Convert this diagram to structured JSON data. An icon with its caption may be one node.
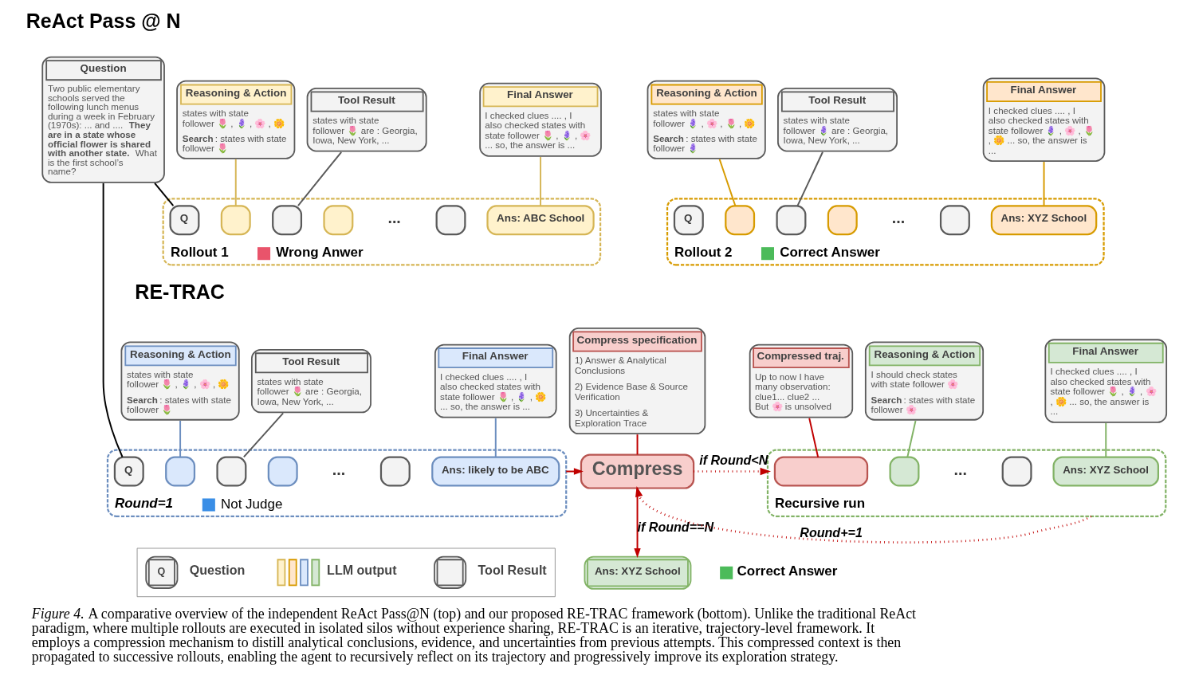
{
  "diagram": {
    "caption": "*Figure 4.* A comparative overview of the independent ReAct Pass@N (top) and our proposed RE-TRAC framework (bottom). Unlike the traditional ReAct paradigm, where multiple rollouts are executed in isolated silos without experience sharing, RE-TRAC is an iterative, trajectory-level framework. It employs a compression mechanism to distill analytical conclusions, evidence, and uncertainties from previous attempts. This compressed context is then propagated to successive rollouts, enabling the agent to recursively reflect on its trajectory and progressively improve its exploration strategy.",
    "nodes": [
      {
        "text": [
          "Question",
          "Two public elementary schools served the following lunch menus during a week in February (1970s): ... and .... **They are in a state whose official flower is shared with another state.** What is the first school’s name?"
        ]
      },
      {
        "text": [
          "Reasoning & Action",
          "states with state follower 🌷 , 🪻 , 🌸 , 🌼",
          "**Search**: states with state follower 🌷"
        ]
      },
      {
        "text": [
          "Tool Result",
          "states with state follower 🌷 are : Georgia, Iowa, New York, ..."
        ]
      },
      {
        "text": [
          "Final Answer",
          "I checked clues .... , I also checked states with state follower 🌷 , 🪻 , 🌸 ... so, the answer is ..."
        ]
      },
      {
        "text": [
          "Rollout 1"
        ],
        "beside": [
          "Wrong Anwer"
        ]
      },
      {
        "text": [
          "Q"
        ],
        "in": 4
      },
      {
        "text": [],
        "shape": "box",
        "in": 4
      },
      {
        "text": [],
        "shape": "box",
        "in": 4
      },
      {
        "text": [],
        "shape": "box",
        "in": 4
      },
      {
        "text": [],
        "shape": "box",
        "in": 4
      },
      {
        "text": [
          "Ans: ABC School"
        ],
        "in": 4
      },
      {
        "text": [
          "Reasoning & Action",
          "states with state follower 🪻 , 🌸 , 🌷 , 🌼",
          "**Search**: states with state follower 🪻"
        ]
      },
      {
        "text": [
          "Tool Result",
          "states with state follower 🪻 are : Georgia, Iowa, New York, ..."
        ]
      },
      {
        "text": [
          "Final Answer",
          "I checked clues .... , I also checked states with state follower 🪻 , 🌸 , 🌷 , 🌼 ... so, the answer is ..."
        ]
      },
      {
        "text": [
          "Rollout 2"
        ],
        "beside": [
          "Correct Answer"
        ]
      },
      {
        "text": [
          "Q"
        ],
        "in": 14
      },
      {
        "text": [],
        "shape": "box",
        "in": 14
      },
      {
        "text": [],
        "shape": "box",
        "in": 14
      },
      {
        "text": [],
        "shape": "box",
        "in": 14
      },
      {
        "text": [],
        "shape": "box",
        "in": 14
      },
      {
        "text": [
          "Ans: XYZ School"
        ],
        "in": 14
      },
      {
        "text": [
          "Reasoning & Action",
          "states with state follower 🌷 , 🪻 , 🌸 , 🌼",
          "**Search**: states with state follower 🌷"
        ]
      },
      {
        "text": [
          "Tool Result",
          "states with state follower 🌷 are : Georgia, Iowa, New York, ..."
        ]
      },
      {
        "text": [
          "Final Answer",
          "I checked clues .... , I also checked states with state follower 🌷 , 🪻 , 🌼 ... so, the answer is ..."
        ]
      },
      {
        "text": [
          "Round=1"
        ],
        "beside": [
          "Not Judge"
        ]
      },
      {
        "text": [
          "Q"
        ],
        "in": 24
      },
      {
        "text": [],
        "shape": "box",
        "in": 24
      },
      {
        "text": [],
        "shape": "box",
        "in": 24
      },
      {
        "text": [],
        "shape": "box",
        "in": 24
      },
      {
        "text": [],
        "shape": "box",
        "in": 24
      },
      {
        "text": [
          "Ans: likely to be ABC"
        ],
        "in": 24
      },
      {
        "text": [
          "Compress specification",
          "1) Answer & Analytical Conclusions",
          "2) Evidence Base & Source Verification",
          "3) Uncertainties & Exploration Trace"
        ]
      },
      {
        "text": [
          "Compress"
        ]
      },
      {
        "text": [
          "Compressed traj.",
          "Up to now I have many observation: clue1... clue2 ... But 🌸 is unsolved"
        ]
      },
      {
        "text": [
          "Reasoning & Action",
          "I should check states with state follower 🌸",
          "**Search**: states with state follower 🌸"
        ]
      },
      {
        "text": [
          "Final Answer",
          "I checked clues .... , I also checked states with state follower 🌷 , 🪻 , 🌸 , 🌼 ... so, the answer is ..."
        ]
      },
      {
        "text": [
          "Recursive run"
        ]
      },
      {
        "text": [],
        "shape": "box",
        "in": 36
      },
      {
        "text": [],
        "shape": "box",
        "in": 36
      },
      {
        "text": [],
        "shape": "box",
        "in": 36
      },
      {
        "text": [
          "Ans: XYZ School"
        ],
        "in": 36
      },
      {
        "text": [
          "Ans: XYZ School"
        ],
        "beside": [
          "Correct Answer"
        ]
      }
    ],
    "edges": [
      {
        "from": 0,
        "to": 5,
        "arrow": "none",
        "color": "#000000"
      },
      {
        "from": 0,
        "to": 25,
        "arrow": "none",
        "color": "#000000"
      },
      {
        "from": 1,
        "to": 6,
        "arrow": "none",
        "color": "#d6b656"
      },
      {
        "from": 2,
        "to": 7,
        "arrow": "none",
        "color": "#5a5a5a"
      },
      {
        "from": 3,
        "to": 10,
        "arrow": "none",
        "color": "#d6b656"
      },
      {
        "from": 11,
        "to": 16,
        "arrow": "none",
        "color": "#d79b00"
      },
      {
        "from": 12,
        "to": 17,
        "arrow": "none",
        "color": "#5a5a5a"
      },
      {
        "from": 13,
        "to": 20,
        "arrow": "none",
        "color": "#d79b00"
      },
      {
        "from": 21,
        "to": 26,
        "arrow": "none",
        "color": "#6c8ebf"
      },
      {
        "from": 22,
        "to": 27,
        "arrow": "none",
        "color": "#5a5a5a"
      },
      {
        "from": 23,
        "to": 30,
        "arrow": "none",
        "color": "#6c8ebf"
      },
      {
        "from": 24,
        "to": 32,
        "arrow": "to",
        "color": "#c00000"
      },
      {
        "from": 31,
        "to": 32,
        "arrow": "none",
        "color": "#c00000"
      },
      {
        "from": 32,
        "to": 36,
        "arrow": "to",
        "style": "dashed",
        "color": "#c00000",
        "label": "if Round<N"
      },
      {
        "from": 32,
        "to": 41,
        "arrow": "to",
        "color": "#c00000",
        "label": "if Round==N"
      },
      {
        "from": 33,
        "to": 37,
        "arrow": "none",
        "color": "#c00000"
      },
      {
        "from": 34,
        "to": 38,
        "arrow": "none",
        "color": "#82b366"
      },
      {
        "from": 35,
        "to": 40,
        "arrow": "none",
        "color": "#82b366"
      },
      {
        "from": 36,
        "to": 32,
        "arrow": "to",
        "style": "dashed",
        "color": "#c00000",
        "label": "Round+=1"
      }
    ],
    "labels": [
      "ReAct Pass @ N",
      "...",
      "...",
      "RE-TRAC",
      "...",
      "...",
      "Q"
    ],
    "legend": [
      {
        "text": "Question"
      },
      {
        "text": "LLM output"
      },
      {
        "text": "Tool Result"
      }
    ]
  }
}
